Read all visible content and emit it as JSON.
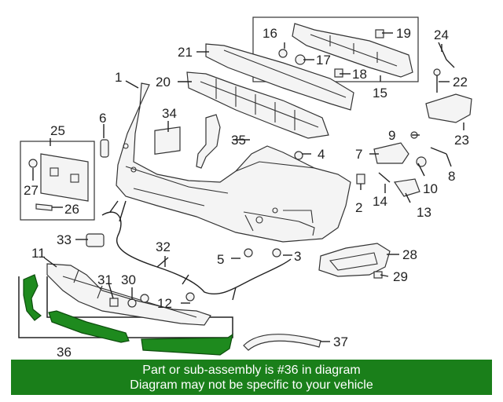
{
  "callouts": {
    "c1": "1",
    "c2": "2",
    "c3": "3",
    "c4": "4",
    "c5": "5",
    "c6": "6",
    "c7": "7",
    "c8": "8",
    "c9": "9",
    "c10": "10",
    "c11": "11",
    "c12": "12",
    "c13": "13",
    "c14": "14",
    "c15": "15",
    "c16": "16",
    "c17": "17",
    "c18": "18",
    "c19": "19",
    "c20": "20",
    "c21": "21",
    "c22": "22",
    "c23": "23",
    "c24": "24",
    "c25": "25",
    "c26": "26",
    "c27": "27",
    "c28": "28",
    "c29": "29",
    "c30": "30",
    "c31": "31",
    "c32": "32",
    "c33": "33",
    "c34": "34",
    "c35": "35",
    "c36": "36",
    "c37": "37"
  },
  "banner": {
    "line1": "Part or sub-assembly is #36 in diagram",
    "line2": "Diagram may not be specific to your vehicle",
    "color": "#1a7f1a"
  },
  "highlight_color": "#1e8a1e"
}
